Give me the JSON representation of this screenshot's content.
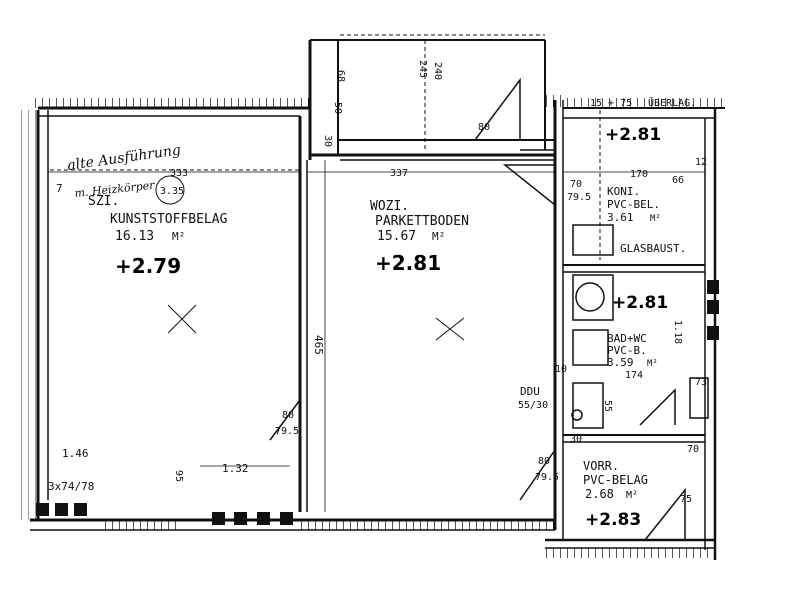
{
  "rooms": {
    "szi": {
      "name": "SZI.",
      "floor": "KUNSTSTOFFBELAG",
      "area": "16.13",
      "area_unit": "M²",
      "level": "+2.79"
    },
    "wozi": {
      "name": "WOZI.",
      "floor": "PARKETTBODEN",
      "area": "15.67",
      "area_unit": "M²",
      "level": "+2.81"
    },
    "koni": {
      "name": "KONI.",
      "floor": "PVC-BEL.",
      "area": "3.61",
      "area_unit": "M²"
    },
    "glasbaust": {
      "label": "GLASBAUST."
    },
    "bad": {
      "name": "BAD+WC",
      "floor": "PVC-B.",
      "area": "3.59",
      "area_unit": "M²",
      "level": "+2.81"
    },
    "vorr": {
      "name": "VORR.",
      "floor": "PVC-BELAG",
      "area": "2.68",
      "area_unit": "M²",
      "level": "+2.83"
    },
    "loggia": {
      "level": "+2.81"
    }
  },
  "dimensions": {
    "szi_width": "333",
    "szi_width_note": "3.35",
    "wozi_width": "337",
    "wozi_depth": "465",
    "top_170": "170",
    "top_12": "12",
    "top_66": "66",
    "koni_70": "70",
    "koni_795": "79.5",
    "upper_15_75": "15 + 75",
    "upper_note": "ÜBERLAG.",
    "balcony_240": "240",
    "balcony_245": "245",
    "balcony_68": "68",
    "balcony_50": "50",
    "balcony_30": "30",
    "balcony_80": "80",
    "door_80": "80",
    "door_795": "79.5",
    "bad_118": "1.18",
    "bad_174": "174",
    "bad_73": "73",
    "bad_55": "55",
    "bad_10": "10",
    "vorr_30": "30",
    "vorr_70": "70",
    "vorr_80": "80",
    "vorr_795": "79.5",
    "vorr_75": "75",
    "szi_146": "1.46",
    "szi_132": "1.32",
    "szi_95": "95",
    "window_note": "3x74/78",
    "wall_7": "7",
    "ddu": "DDU",
    "ddu_sub": "55/30"
  },
  "annotations": {
    "handwritten_1": "alte Ausführung",
    "handwritten_2": "m. Heizkörper"
  }
}
